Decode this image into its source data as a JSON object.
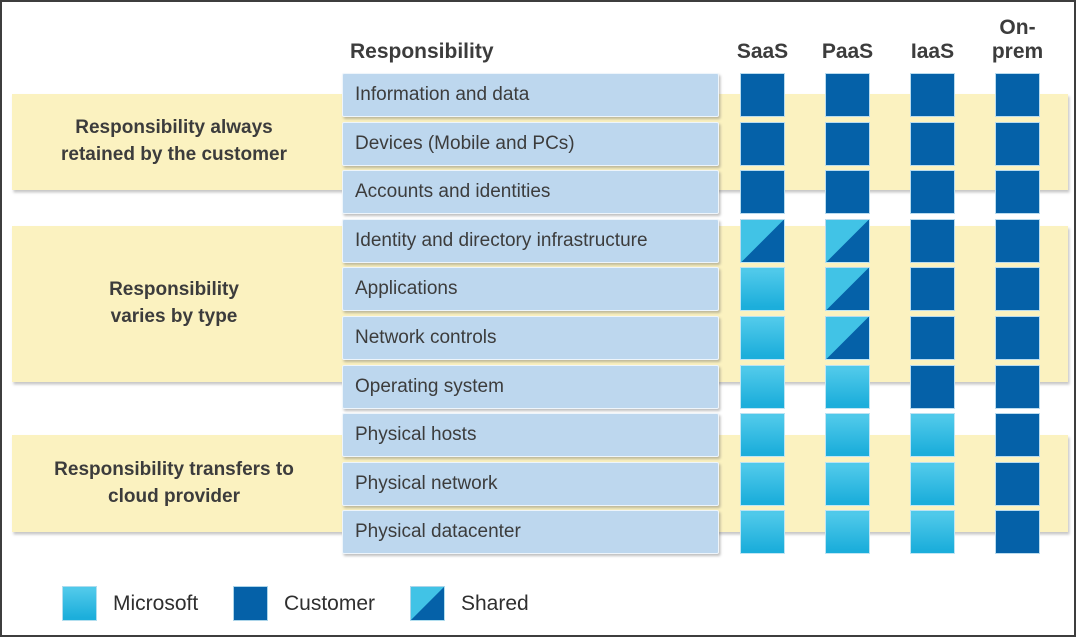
{
  "header": {
    "title": "Responsibility",
    "columns": [
      "SaaS",
      "PaaS",
      "IaaS",
      "On-prem"
    ]
  },
  "groups": [
    {
      "label": "Responsibility always retained by the customer"
    },
    {
      "label": "Responsibility varies by type"
    },
    {
      "label": "Responsibility transfers to cloud provider"
    }
  ],
  "rows": [
    {
      "label": "Information and data",
      "cells": [
        "customer",
        "customer",
        "customer",
        "customer"
      ]
    },
    {
      "label": "Devices (Mobile and PCs)",
      "cells": [
        "customer",
        "customer",
        "customer",
        "customer"
      ]
    },
    {
      "label": "Accounts and identities",
      "cells": [
        "customer",
        "customer",
        "customer",
        "customer"
      ]
    },
    {
      "label": "Identity and directory infrastructure",
      "cells": [
        "shared",
        "shared",
        "customer",
        "customer"
      ]
    },
    {
      "label": "Applications",
      "cells": [
        "microsoft",
        "shared",
        "customer",
        "customer"
      ]
    },
    {
      "label": "Network controls",
      "cells": [
        "microsoft",
        "shared",
        "customer",
        "customer"
      ]
    },
    {
      "label": "Operating system",
      "cells": [
        "microsoft",
        "microsoft",
        "customer",
        "customer"
      ]
    },
    {
      "label": "Physical hosts",
      "cells": [
        "microsoft",
        "microsoft",
        "microsoft",
        "customer"
      ]
    },
    {
      "label": "Physical network",
      "cells": [
        "microsoft",
        "microsoft",
        "microsoft",
        "customer"
      ]
    },
    {
      "label": "Physical datacenter",
      "cells": [
        "microsoft",
        "microsoft",
        "microsoft",
        "customer"
      ]
    }
  ],
  "legend": [
    {
      "label": "Microsoft",
      "type": "microsoft"
    },
    {
      "label": "Customer",
      "type": "customer"
    },
    {
      "label": "Shared",
      "type": "shared"
    }
  ],
  "colors": {
    "customer": "#0561A8",
    "microsoft_top": "#4FC9EA",
    "microsoft_bottom": "#1CAEDB",
    "shared_light": "#41C3E6",
    "band_yellow": "#FBF2C0",
    "row_chip": "#BDD7EE",
    "text": "#3C3C3C"
  }
}
